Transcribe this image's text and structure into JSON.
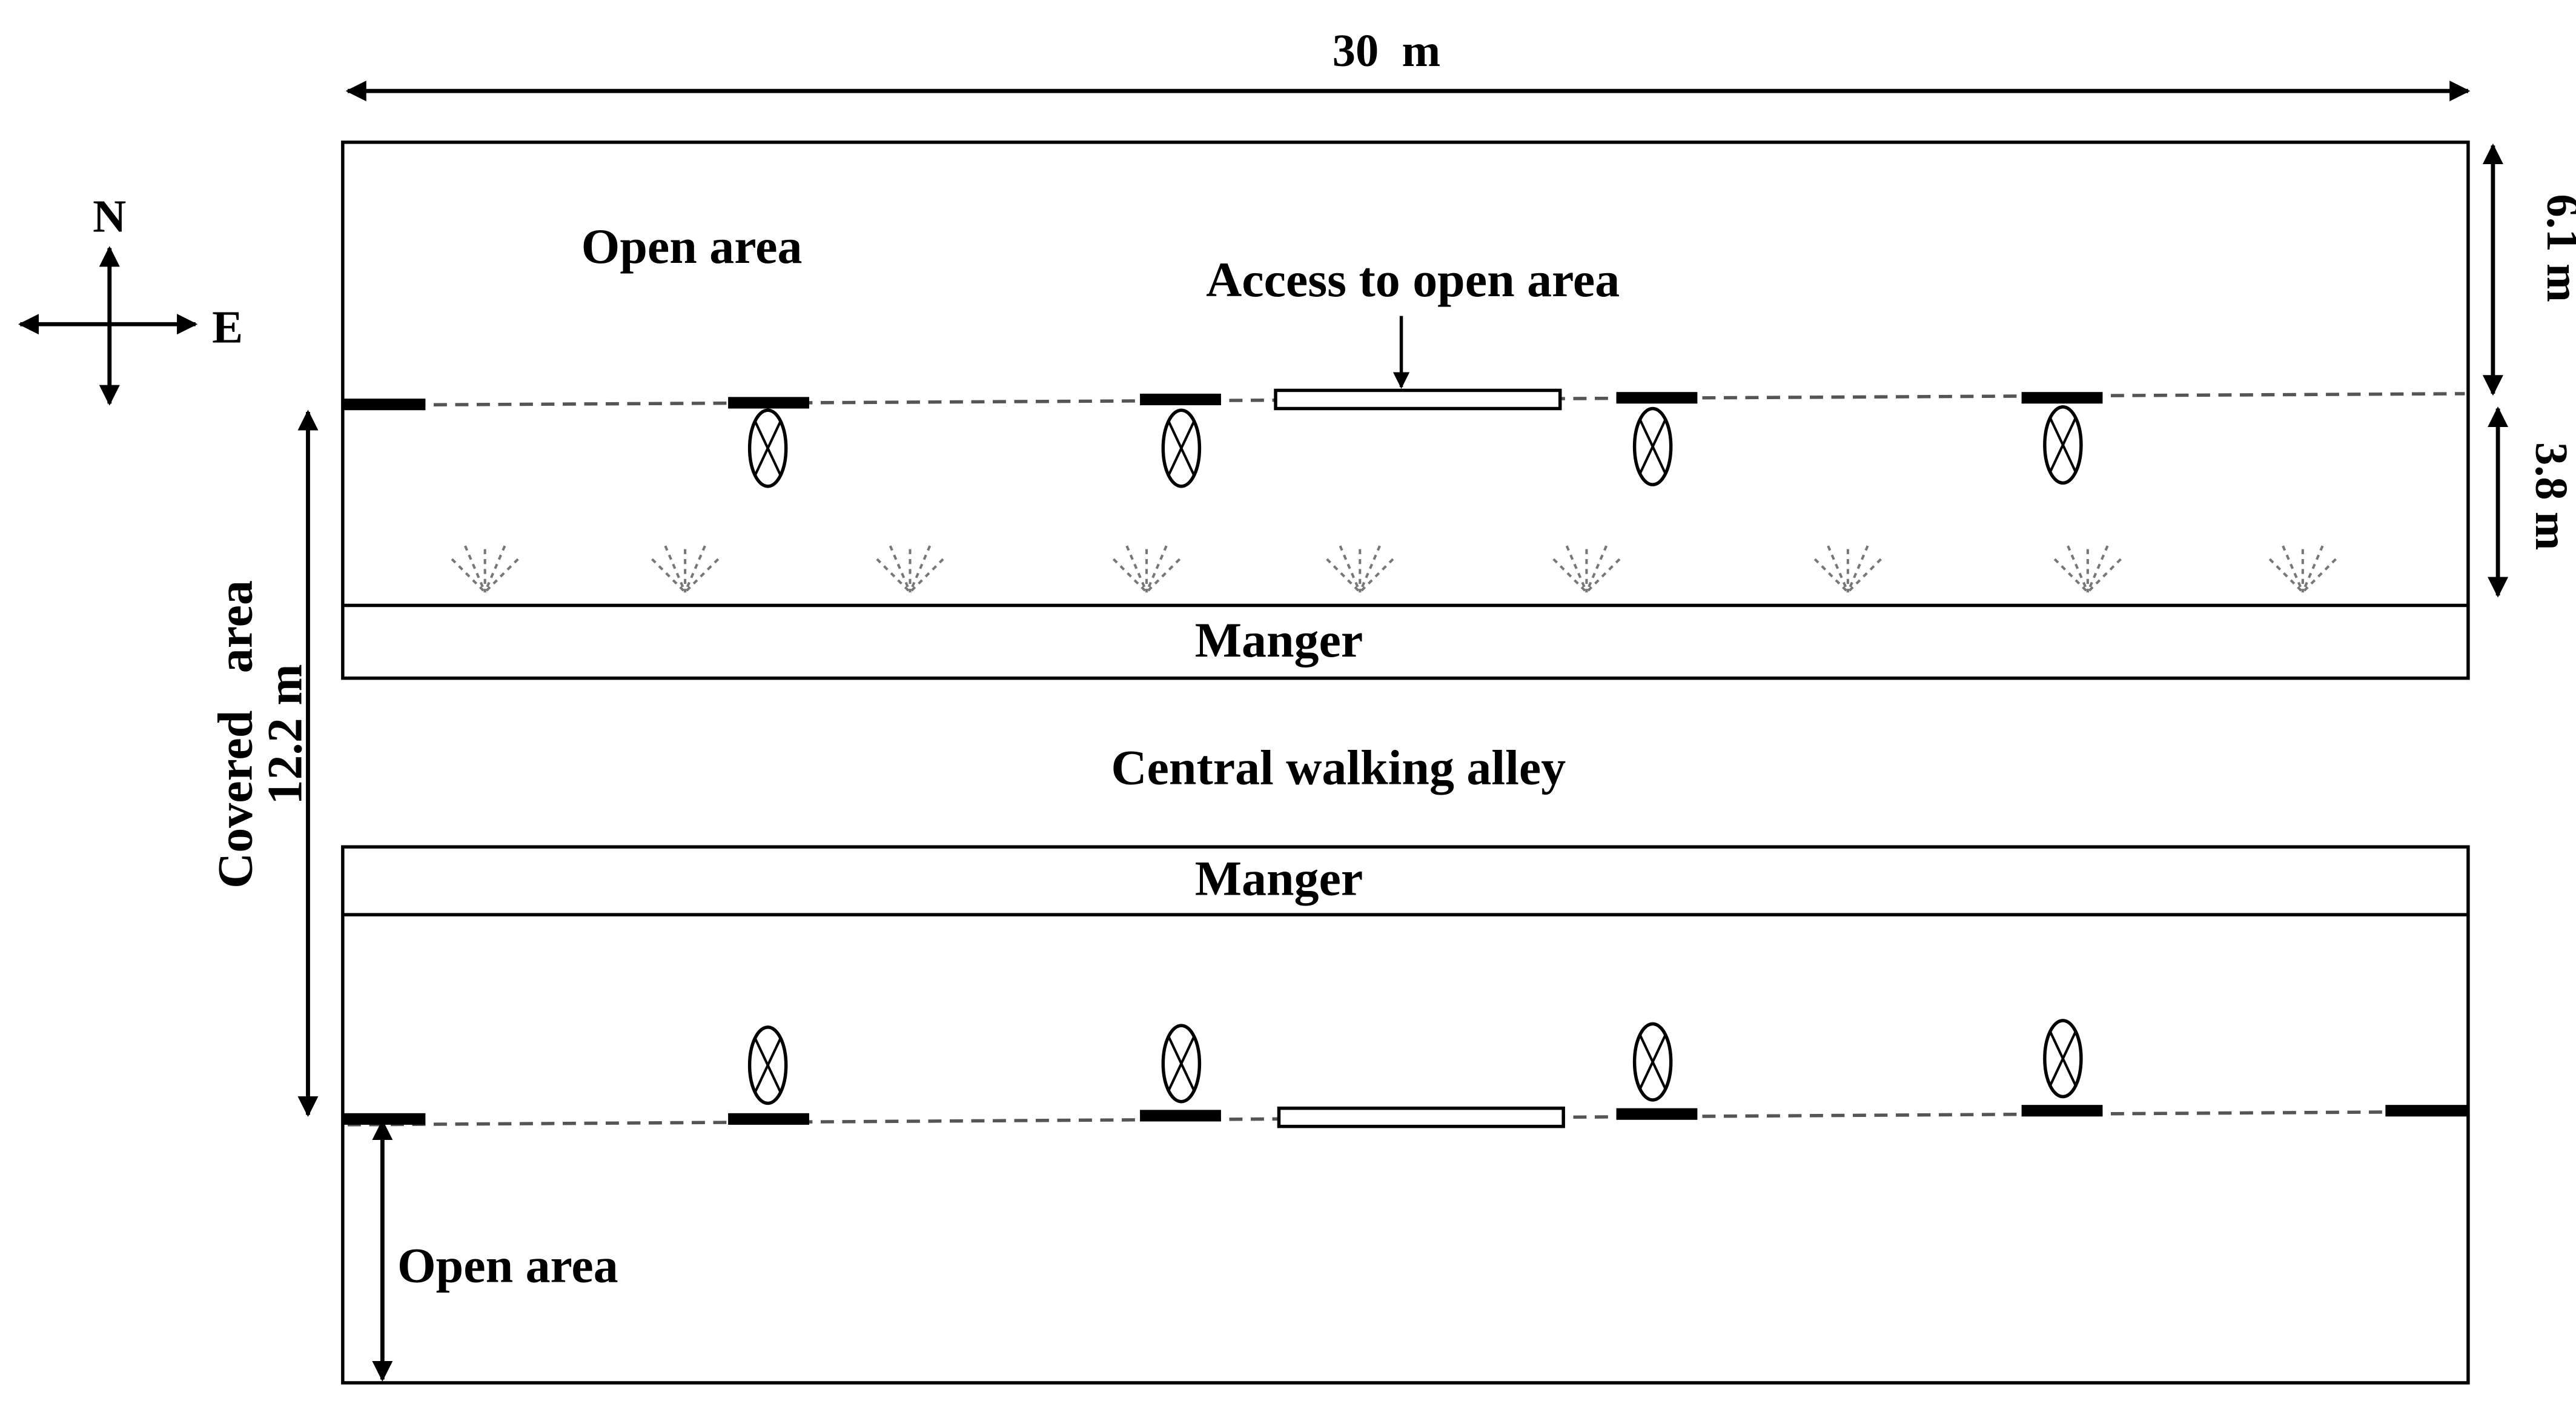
{
  "labels": {
    "width_dim": "30  m",
    "north": "N",
    "east": "E",
    "open_area_top": "Open area",
    "access": "Access to open area",
    "dim_open": "6.1 m",
    "dim_covered_half": "3.8 m",
    "manger_top": "Manger",
    "central_alley": "Central walking alley",
    "manger_bottom": "Manger",
    "covered_line1": "Covered   area",
    "covered_line2": "12.2 m",
    "open_area_bottom": "Open area"
  },
  "symbols": {
    "fan": "fan-icon",
    "sprinkler": "sprinkler-icon",
    "pillar": "pillar-block"
  },
  "colors": {
    "stroke": "#000000",
    "dashed_curtain": "#555555",
    "sprinkler": "#777777",
    "background": "#ffffff"
  }
}
